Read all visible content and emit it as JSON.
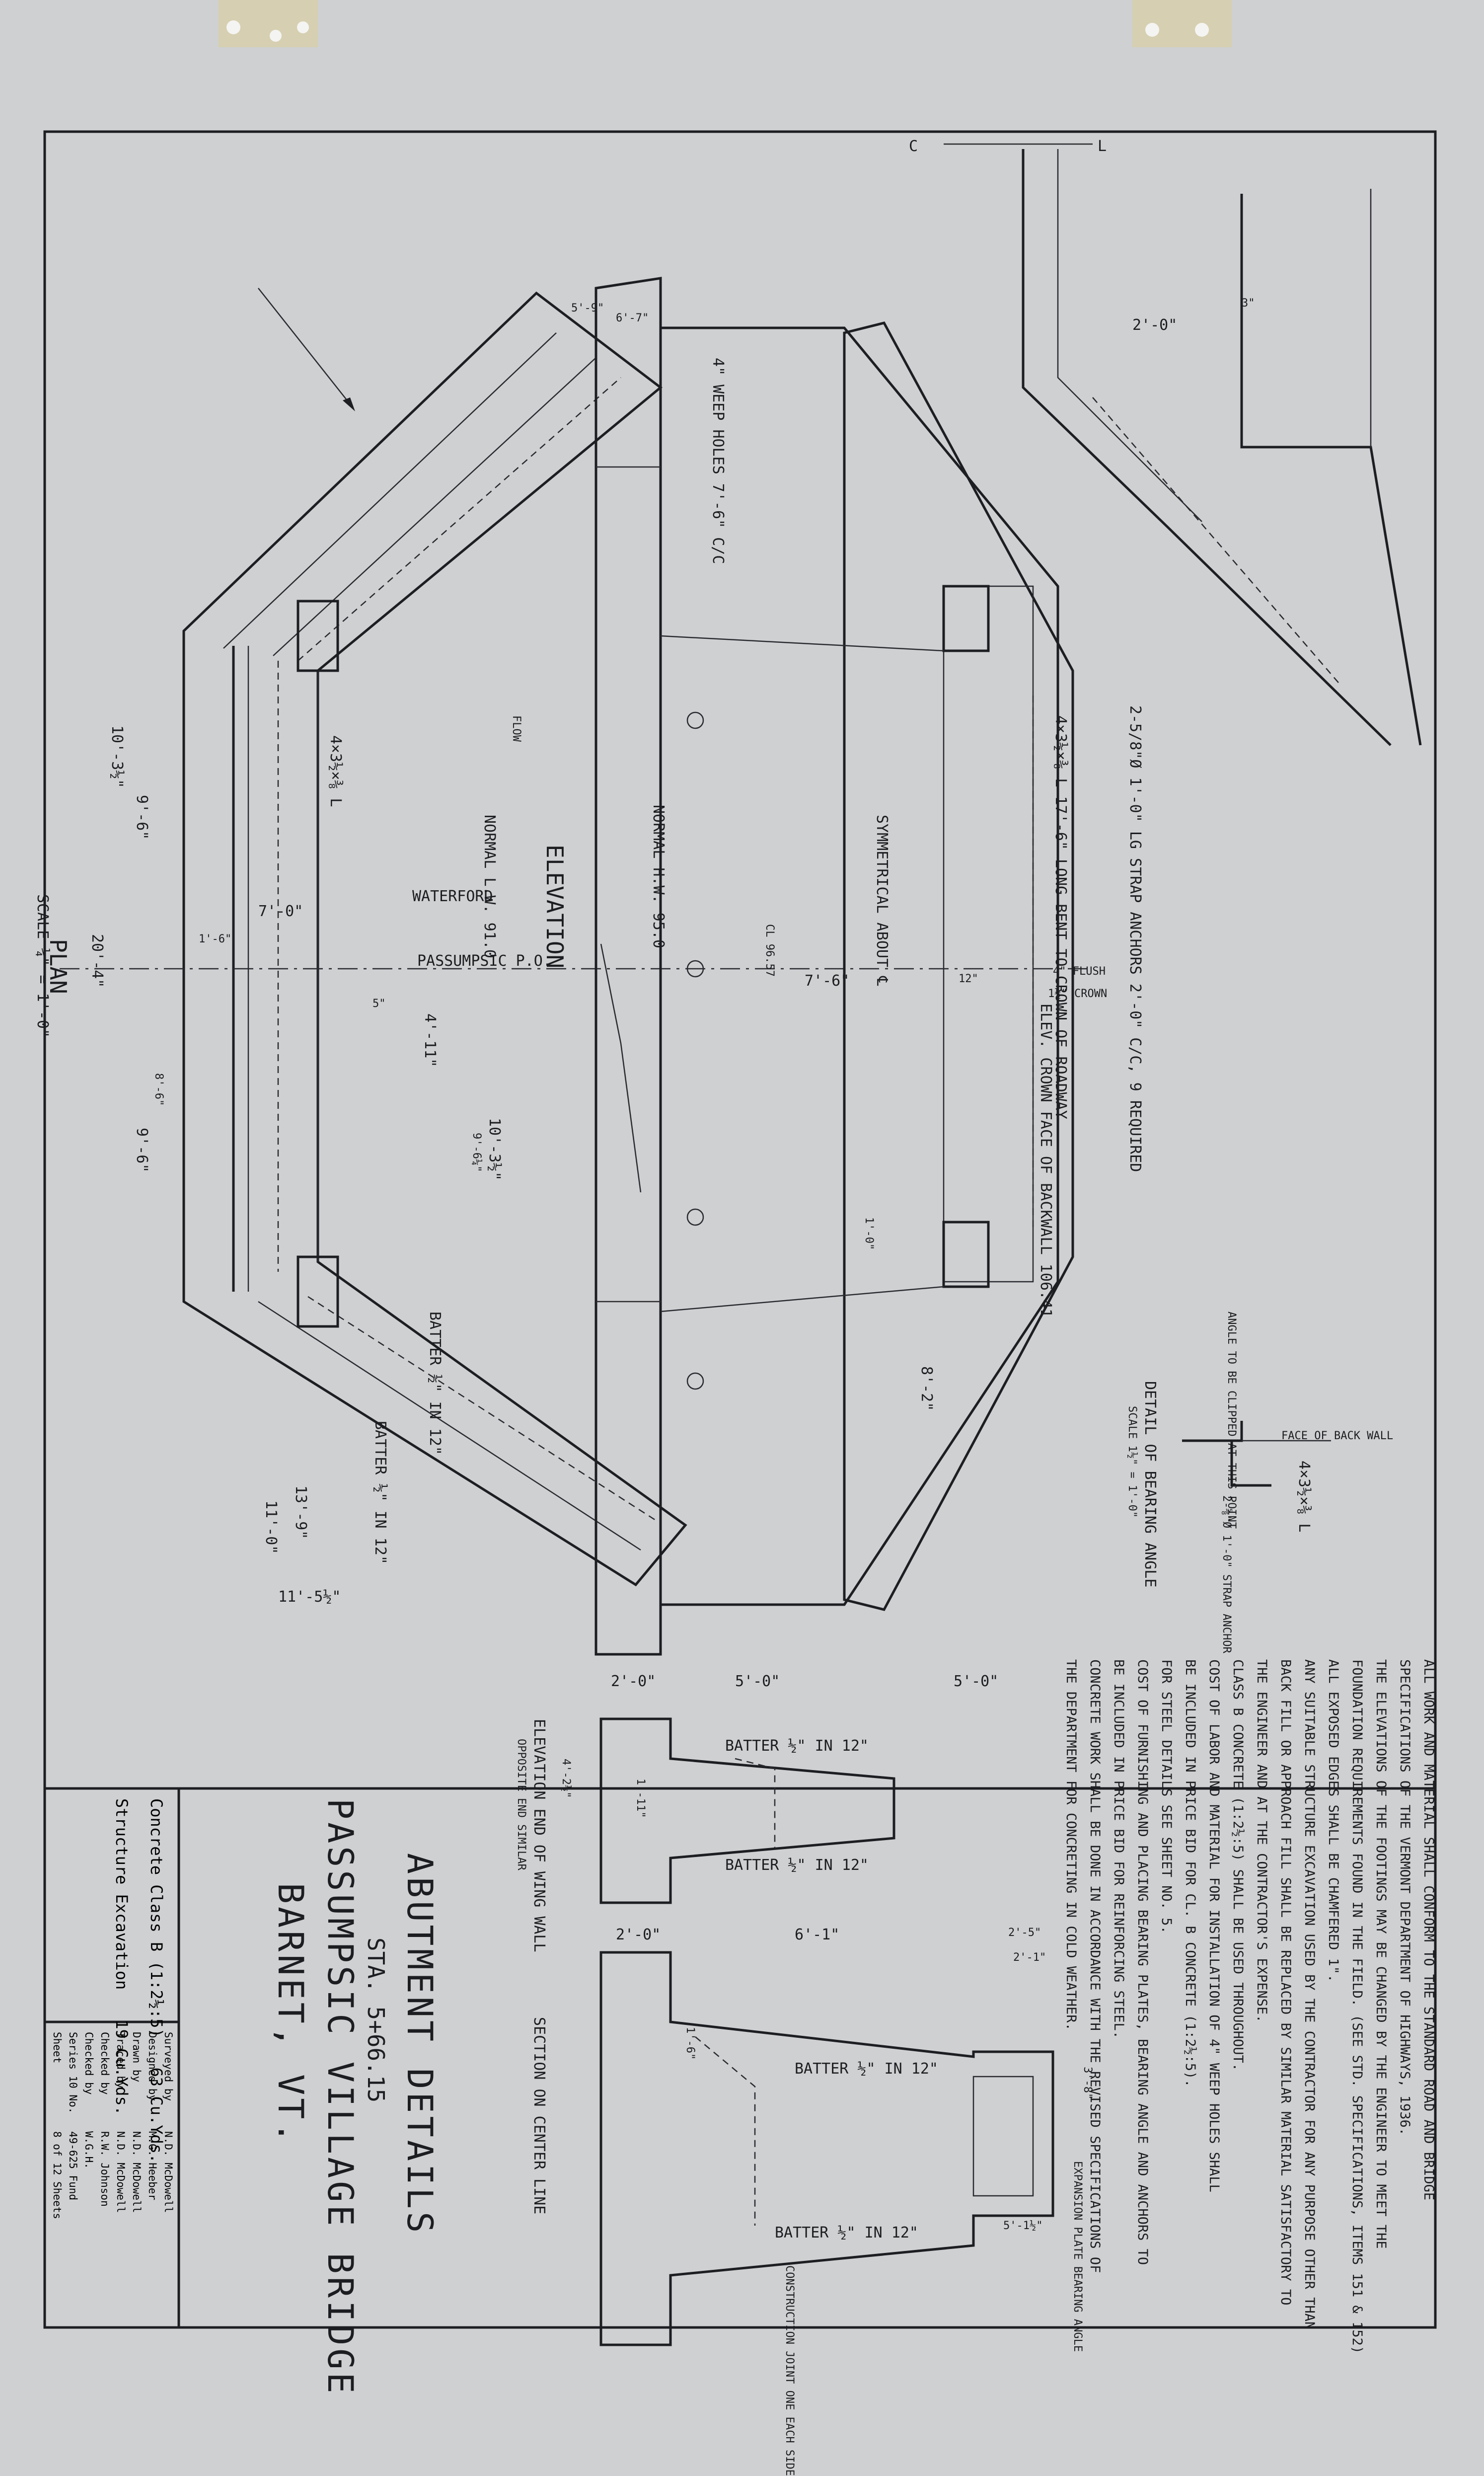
{
  "notes": [
    "ALL WORK AND MATERIAL SHALL CONFORM TO THE STANDARD ROAD AND BRIDGE",
    "SPECIFICATIONS OF THE VERMONT DEPARTMENT OF HIGHWAYS, 1936.",
    "THE ELEVATIONS OF THE FOOTINGS MAY BE CHANGED BY THE ENGINEER TO MEET THE",
    "FOUNDATION REQUIREMENTS FOUND IN THE FIELD. (SEE STD. SPECIFICATIONS, ITEMS 151 & 152)",
    "ALL EXPOSED EDGES SHALL BE CHAMFERED 1\".",
    "ANY SUITABLE STRUCTURE EXCAVATION USED BY THE CONTRACTOR FOR ANY PURPOSE OTHER THAN",
    "BACK FILL OR APPROACH FILL SHALL BE REPLACED BY SIMILAR MATERIAL SATISFACTORY TO",
    "THE ENGINEER AND AT THE CONTRACTOR'S EXPENSE.",
    "CLASS B CONCRETE (1:2½:5) SHALL BE USED THROUGHOUT.",
    "COST OF LABOR AND MATERIAL FOR INSTALLATION OF 4\" WEEP HOLES SHALL",
    "BE INCLUDED IN PRICE BID FOR CL. B CONCRETE (1:2½:5).",
    "FOR STEEL DETAILS SEE SHEET NO. 5.",
    "COST OF FURNISHING AND PLACING BEARING PLATES, BEARING ANGLE AND ANCHORS TO",
    "BE INCLUDED IN PRICE BID FOR REINFORCING STEEL.",
    "CONCRETE WORK SHALL BE DONE IN ACCORDANCE WITH THE REVISED SPECIFICATIONS OF",
    "THE DEPARTMENT FOR CONCRETING IN COLD WEATHER."
  ],
  "views": {
    "plan_title": "PLAN",
    "plan_scale": "SCALE ¼\" = 1'-0\"",
    "elevation_title": "ELEVATION",
    "wing_title": "ELEVATION END OF WING WALL",
    "wing_sub": "OPPOSITE END SIMILAR",
    "section_title": "SECTION ON CENTER LINE",
    "bearing_title": "DETAIL OF BEARING ANGLE",
    "bearing_scale": "SCALE 1½\" = 1'-0\""
  },
  "labels": {
    "waterford": "WATERFORD",
    "passumpsic": "PASSUMPSIC P.O.",
    "flow": "FLOW",
    "normal_lw": "NORMAL L.W. 91.0",
    "normal_hw": "NORMAL H.W. 95.0",
    "weep": "4\" WEEP HOLES 7'-6\" C/C",
    "symmetrical": "SYMMETRICAL ABOUT ℄",
    "anchors": "2-5/8\"Ø 1'-0\" LG STRAP ANCHORS 2'-0\" C/C, 9 REQUIRED",
    "angle_bent": "4×3½×⅜ L 17'-6\" LONG BENT TO CROWN OF ROADWAY",
    "elev_crown": "ELEV. CROWN FACE OF BACKWALL 106.41",
    "cl_note": "CL 96.57",
    "four_flush": "4\" FLUSH",
    "crown": "1½\" CROWN",
    "batter_half": "BATTER ½\" IN 12\"",
    "batter_half_2": "BATTER ½\" IN 12\"",
    "batter_half_3": "BATTER ½\" IN 12\"",
    "batter_half_4": "BATTER ½\" IN 12\"",
    "batter_half_5": "BATTER ½\" IN 12\"",
    "batter_half_6": "BATTER ½\" IN 12\"",
    "angle_label": "4×3½×⅜ L",
    "face_backwall": "FACE OF BACK WALL",
    "bearing_angle": "4×3½×⅜ L",
    "strap_anchor": "2-⅝\"Ø 1'-0\" STRAP ANCHOR",
    "expansion": "EXPANSION PLATE BEARING ANGLE",
    "construction_joint": "CONSTRUCTION JOINT ONE EACH SIDE",
    "angle_note": "ANGLE TO BE CLIPPED AT THIS POINT",
    "c_mark": "C",
    "l_mark": "L"
  },
  "dims": {
    "d_2_0": "2'-0\"",
    "d_5_0": "5'-0\"",
    "d_5_0b": "5'-0\"",
    "d_7_0": "7'-0\"",
    "d_7_6": "7'-6\"",
    "d_1_6": "1'-6\"",
    "d_20_4": "20'-4\"",
    "d_10_3": "10'-3½\"",
    "d_9_6": "9'-6\"",
    "d_9_6b": "9'-6\"",
    "d_4_11": "4'-11\"",
    "d_10_3b": "10'-3½\"",
    "d_9_6c": "9'-6¼\"",
    "d_8_6": "8'-6\"",
    "d_13_9": "13'-9\"",
    "d_11_0": "11'-0\"",
    "d_11_5": "11'-5½\"",
    "d_6_7": "6'-7\"",
    "d_5_9": "5'-9\"",
    "d_8_2": "8'-2\"",
    "d_2_0b": "2'-0\"",
    "d_5": "5\"",
    "d_12": "12\"",
    "d_3": "3\"",
    "d_1_0": "1'-0\"",
    "d_4_2": "4'-2½\"",
    "d_1_11": "1'-11\"",
    "d_2_0c": "2'-0\"",
    "d_6_1": "6'-1\"",
    "d_2_5": "2'-5\"",
    "d_5_1": "5'-1½\"",
    "d_2_1": "2'-1\"",
    "d_1_6b": "1'-6\"",
    "d_3_8": "3'-8\""
  },
  "title_block": {
    "title": "ABUTMENT DETAILS",
    "station": "STA. 5+66.15",
    "bridge": "PASSUMPSIC VILLAGE BRIDGE",
    "town": "BARNET, VT."
  },
  "quantities": [
    {
      "item": "Concrete Class B (1:2½:5)",
      "value": "63 Cu.Yds."
    },
    {
      "item": "Structure Excavation",
      "value": "19 Cu.Yds."
    }
  ],
  "credits": [
    {
      "role": "Surveyed by",
      "name": "N.D. McDowell"
    },
    {
      "role": "Designed by",
      "name": "M.G. Heeber"
    },
    {
      "role": "Drawn by",
      "name": "N.D. McDowell"
    },
    {
      "role": "Traced by",
      "name": "N.D. McDowell"
    },
    {
      "role": "Checked by",
      "name": "R.W. Johnson"
    },
    {
      "role": "Checked by",
      "name": "W.G.H."
    },
    {
      "role": "Series 10 No.",
      "name": "49-625 Fund"
    },
    {
      "role": "Sheet",
      "name": "8 of 12 Sheets"
    }
  ],
  "colors": {
    "paper": "#cfd0d2",
    "ink": "#1c1d20",
    "tape": "#d8cfa5"
  }
}
